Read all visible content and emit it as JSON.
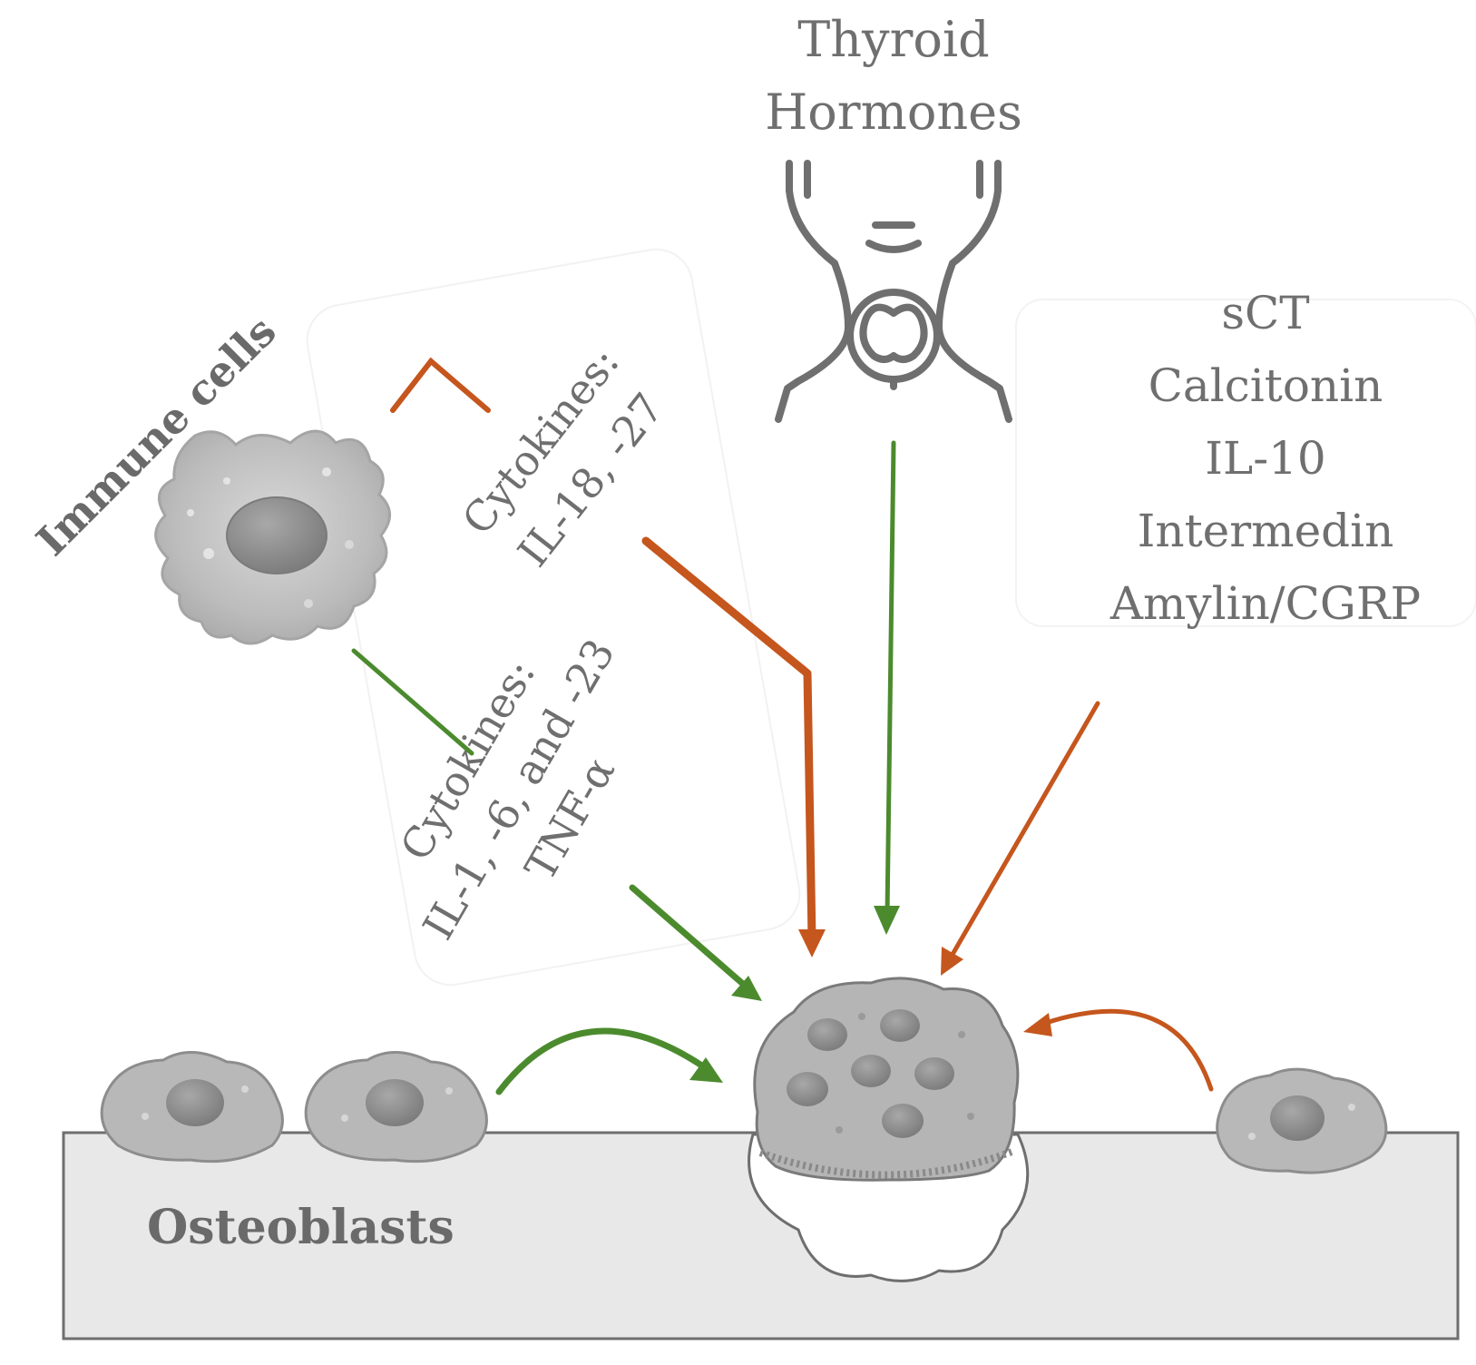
{
  "labels": {
    "thyroid_line1": "Thyroid",
    "thyroid_line2": "Hormones",
    "immune_cells": "Immune cells",
    "cytokines_top_line1": "Cytokines:",
    "cytokines_top_line2": "IL-18, -27",
    "cytokines_bottom_line1": "Cytokines:",
    "cytokines_bottom_line2": "IL-1, -6, and -23",
    "cytokines_bottom_line3": "TNF-α",
    "right_factors": [
      "sCT",
      "Calcitonin",
      "IL-10",
      "Intermedin",
      "Amylin/CGRP"
    ],
    "osteoblasts": "Osteoblasts"
  },
  "colors": {
    "stimulate": "#4b8b2e",
    "inhibit": "#c5561d",
    "cell_fill": "#b7b7b7",
    "cell_dark": "#8a8a8a",
    "bone_fill": "#e6e6e6",
    "outline": "#6e6e6e",
    "text": "#6f6f6f"
  },
  "icons": {
    "neck": "neck-thyroid-icon",
    "macrophage": "immune-cell-icon",
    "osteoclast": "osteoclast-icon",
    "osteoblast": "osteoblast-icon"
  }
}
